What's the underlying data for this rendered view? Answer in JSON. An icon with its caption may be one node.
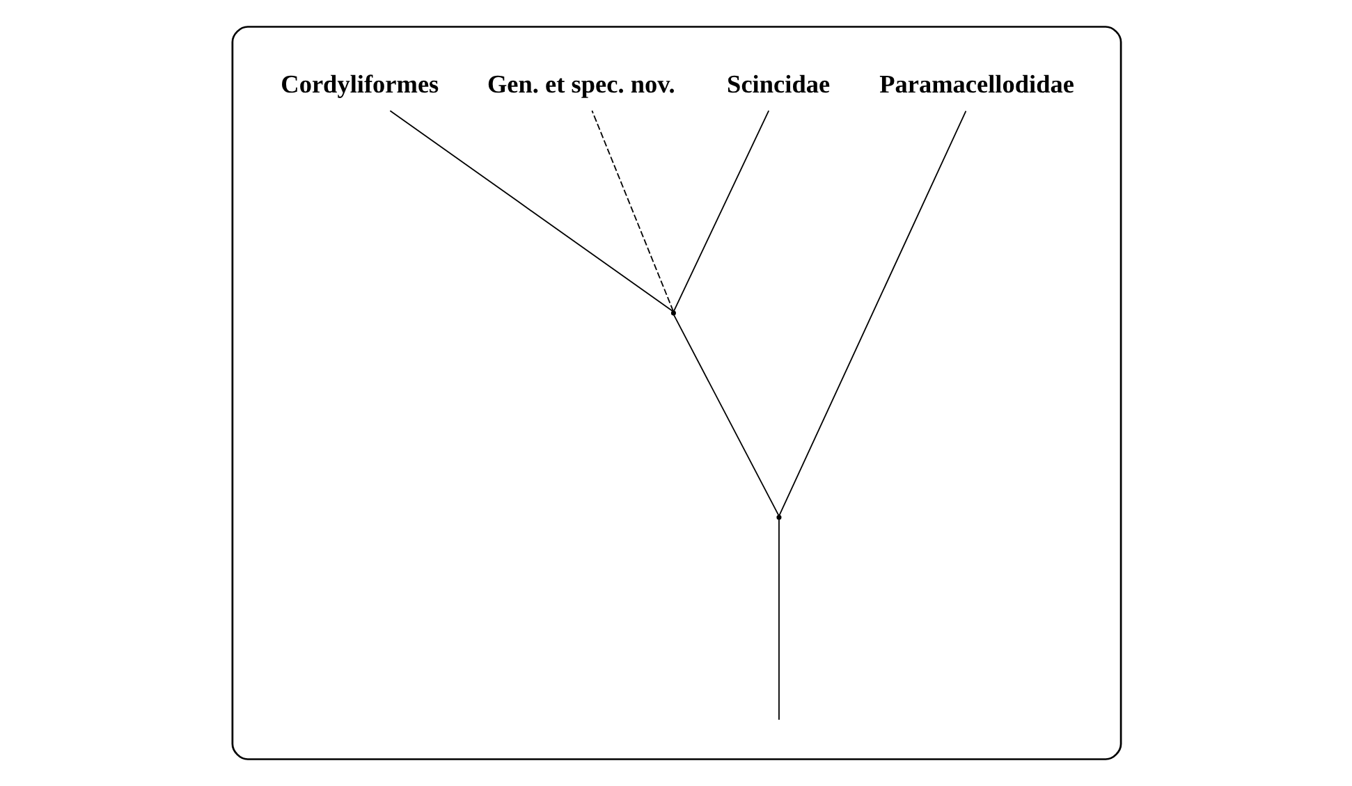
{
  "diagram": {
    "nodes": [
      {
        "text": [],
        "shape": "box"
      },
      {
        "text": [
          "Paramacellodidae"
        ],
        "in": 0
      },
      {
        "text": [
          "Scincidae"
        ],
        "in": 0
      },
      {
        "text": [
          "Gen. et spec. nov."
        ],
        "in": 0
      },
      {
        "text": [
          "Cordyliformes"
        ],
        "in": 0
      },
      {
        "text": [],
        "shape": "point",
        "in": 0
      },
      {
        "text": [],
        "shape": "point",
        "in": 0
      }
    ],
    "edges": [
      {
        "from": null,
        "to": 5,
        "arrow": "none"
      },
      {
        "from": 5,
        "to": 1,
        "arrow": "none"
      },
      {
        "from": 5,
        "to": 6,
        "arrow": "none"
      },
      {
        "from": 6,
        "to": 2,
        "arrow": "none"
      },
      {
        "from": 6,
        "to": 3,
        "arrow": "none",
        "style": "dashed"
      },
      {
        "from": 6,
        "to": 4,
        "arrow": "none"
      }
    ]
  }
}
